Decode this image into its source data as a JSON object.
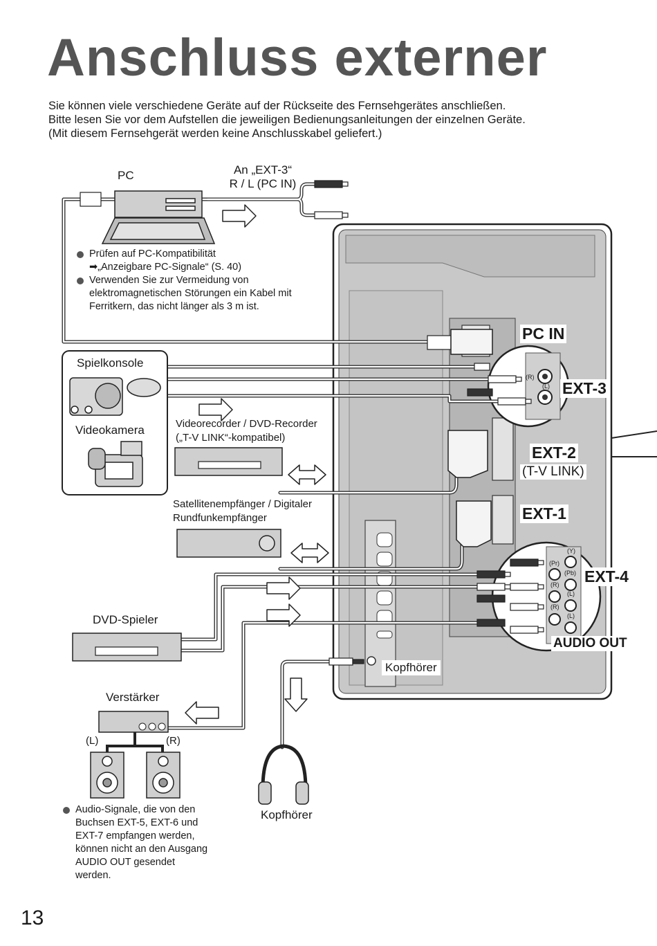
{
  "title": "Anschluss externer",
  "intro": [
    "Sie können viele verschiedene Geräte auf der Rückseite des Fernsehgerätes anschließen.",
    "Bitte lesen Sie vor dem Aufstellen die jeweiligen Bedienungsanleitungen der einzelnen Geräte.",
    "(Mit diesem Fernsehgerät werden keine Anschlusskabel geliefert.)"
  ],
  "devices": {
    "pc": "PC",
    "pc_cable_line1": "An „EXT-3“",
    "pc_cable_line2": "R / L (PC IN)",
    "game_console": "Spielkonsole",
    "video_camera": "Videokamera",
    "vcr_line1": "Videorecorder / DVD-Recorder",
    "vcr_line2": "(„T-V LINK“-kompatibel)",
    "sat_line1": "Satellitenempfänger / Digitaler",
    "sat_line2": "Rundfunkempfänger",
    "dvd_player": "DVD-Spieler",
    "amplifier": "Verstärker",
    "amp_left": "(L)",
    "amp_right": "(R)",
    "headphones_port": "Kopfhörer",
    "headphones": "Kopfhörer"
  },
  "pc_notes": {
    "note1": "Prüfen auf PC-Kompatibilität",
    "note1_ref": "➡„Anzeigbare PC-Signale“ (S. 40)",
    "note2_line1": "Verwenden Sie zur Vermeidung von",
    "note2_line2": "elektromagnetischen Störungen ein Kabel mit",
    "note2_line3": "Ferritkern, das nicht länger als 3 m ist."
  },
  "audio_note": [
    "Audio-Signale, die von den",
    "Buchsen EXT-5, EXT-6 und",
    "EXT-7 empfangen werden,",
    "können nicht an den Ausgang",
    "AUDIO OUT gesendet",
    "werden."
  ],
  "ports": {
    "pc_in": "PC IN",
    "ext3": "EXT-3",
    "ext2": "EXT-2",
    "ext2_sub": "(T-V LINK)",
    "ext1": "EXT-1",
    "ext4": "EXT-4",
    "audio_out": "AUDIO OUT"
  },
  "jack_labels": {
    "r": "(R)",
    "l": "(L)",
    "y": "(Y)",
    "pr": "(Pr)",
    "pb": "(Pb)"
  },
  "page_number": "13"
}
